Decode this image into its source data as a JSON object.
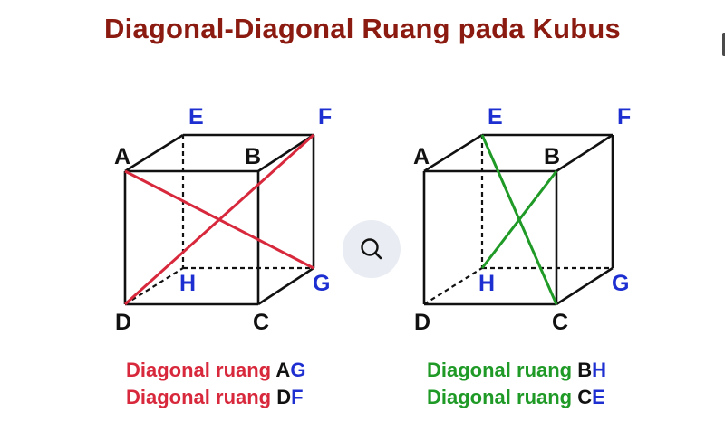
{
  "title": "Diagonal-Diagonal Ruang pada Kubus",
  "colors": {
    "title": "#8b1a10",
    "edge": "#111111",
    "front_label": "#111111",
    "back_label": "#1d2fd0",
    "red_diagonal": "#d8283c",
    "green_diagonal": "#1f9a26"
  },
  "cubes": [
    {
      "labels": {
        "A": "A",
        "B": "B",
        "C": "C",
        "D": "D",
        "E": "E",
        "F": "F",
        "G": "G",
        "H": "H"
      },
      "diagonals": [
        "AG",
        "DF"
      ],
      "diagonal_color": "#d8283c"
    },
    {
      "labels": {
        "A": "A",
        "B": "B",
        "C": "C",
        "D": "D",
        "E": "E",
        "F": "F",
        "G": "G",
        "H": "H"
      },
      "diagonals": [
        "BH",
        "CE"
      ],
      "diagonal_color": "#1f9a26"
    }
  ],
  "captions": {
    "left": [
      {
        "text": "Diagonal ruang",
        "p1": "A",
        "p2": "G"
      },
      {
        "text": "Diagonal ruang",
        "p1": "D",
        "p2": "F"
      }
    ],
    "right": [
      {
        "text": "Diagonal ruang",
        "p1": "B",
        "p2": "H"
      },
      {
        "text": "Diagonal ruang",
        "p1": "C",
        "p2": "E"
      }
    ]
  },
  "zoom_icon": "search-icon"
}
